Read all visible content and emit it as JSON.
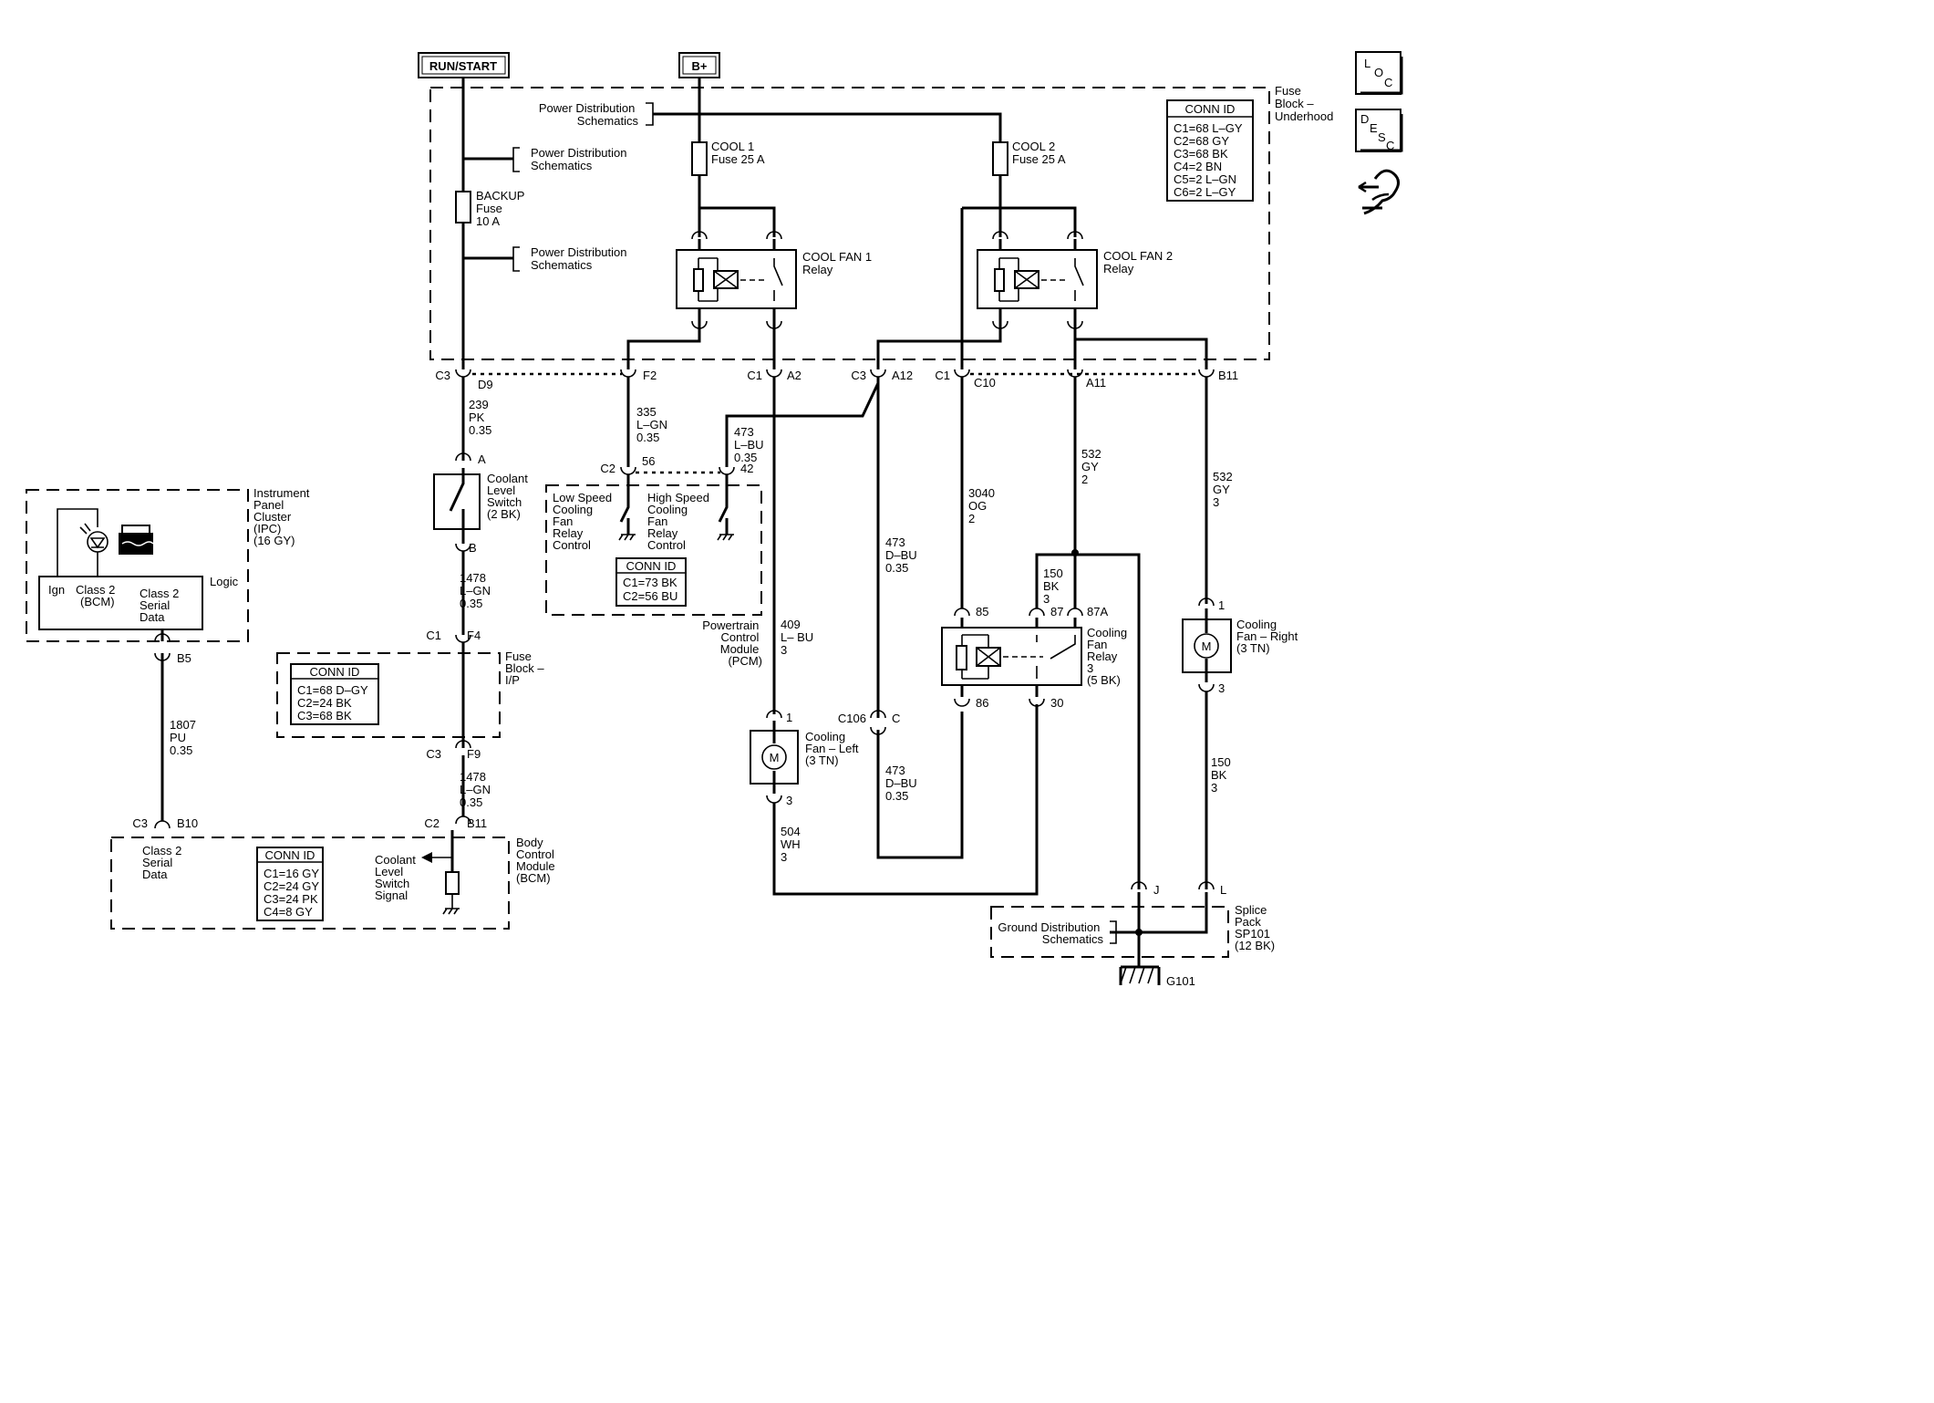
{
  "power_labels": {
    "run_start": "RUN/START",
    "batt": "B+"
  },
  "fuse_block_underhood": {
    "label": [
      "Fuse",
      "Block –",
      "Underhood"
    ]
  },
  "conn_id_underhood": {
    "title": "CONN ID",
    "rows": [
      "C1=68 L–GY",
      "C2=68 GY",
      "C3=68 BK",
      "C4=2 BN",
      "C5=2 L–GN",
      "C6=2 L–GY"
    ]
  },
  "power_distribution": {
    "lines": [
      "Power Distribution",
      "Schematics"
    ]
  },
  "ground_distribution": {
    "lines": [
      "Ground Distribution",
      "Schematics"
    ]
  },
  "fuses": {
    "backup": [
      "BACKUP",
      "Fuse",
      "10 A"
    ],
    "cool1": [
      "COOL 1",
      "Fuse 25 A"
    ],
    "cool2": [
      "COOL 2",
      "Fuse 25 A"
    ]
  },
  "relays": {
    "cool_fan_1": [
      "COOL FAN 1",
      "Relay"
    ],
    "cool_fan_2": [
      "COOL FAN 2",
      "Relay"
    ],
    "cooling_fan": [
      "Cooling",
      "Fan",
      "Relay",
      "3",
      "(5 BK)"
    ]
  },
  "connectors": {
    "c3": "C3",
    "d9": "D9",
    "f2": "F2",
    "c1a": "C1",
    "a2": "A2",
    "c3b": "C3",
    "a12": "A12",
    "c1b": "C1",
    "c10": "C10",
    "a11": "A11",
    "b11": "B11",
    "pin_a": "A",
    "pin_b": "B",
    "c1f4": "C1",
    "f4": "F4",
    "c3f9": "C3",
    "f9": "F9",
    "c2b11": "C2",
    "b11b": "B11",
    "c3b10": "C3",
    "b10": "B10",
    "b5": "B5",
    "c2_56": "C2",
    "p56": "56",
    "p42": "42",
    "p85": "85",
    "p87": "87",
    "p87a": "87A",
    "p86": "86",
    "p30": "30",
    "c106": "C106",
    "c": "C",
    "m1": "1",
    "m3": "3",
    "r1": "1",
    "r3": "3",
    "j": "J",
    "l": "L"
  },
  "wires": {
    "w239": [
      "239",
      "PK",
      "0.35"
    ],
    "w335": [
      "335",
      "L–GN",
      "0.35"
    ],
    "w473a": [
      "473",
      "L–BU",
      "0.35"
    ],
    "w1478a": [
      "1478",
      "L–GN",
      "0.35"
    ],
    "w1478b": [
      "1478",
      "L–GN",
      "0.35"
    ],
    "w1807": [
      "1807",
      "PU",
      "0.35"
    ],
    "w409": [
      "409",
      "L– BU",
      "3"
    ],
    "w473b": [
      "473",
      "D–BU",
      "0.35"
    ],
    "w473c": [
      "473",
      "D–BU",
      "0.35"
    ],
    "w3040": [
      "3040",
      "OG",
      "2"
    ],
    "w532a": [
      "532",
      "GY",
      "2"
    ],
    "w532b": [
      "532",
      "GY",
      "3"
    ],
    "w150a": [
      "150",
      "BK",
      "3"
    ],
    "w150b": [
      "150",
      "BK",
      "3"
    ],
    "w504": [
      "504",
      "WH",
      "3"
    ]
  },
  "coolant_switch": {
    "lines": [
      "Coolant",
      "Level",
      "Switch",
      "(2 BK)"
    ]
  },
  "fuse_block_ip": {
    "lines": [
      "Fuse",
      "Block –",
      "I/P"
    ]
  },
  "conn_id_ip": {
    "title": "CONN ID",
    "rows": [
      "C1=68 D–GY",
      "C2=24 BK",
      "C3=68 BK"
    ]
  },
  "ipc": {
    "label": [
      "Instrument",
      "Panel",
      "Cluster",
      "(IPC)",
      "(16 GY)"
    ],
    "logic": "Logic",
    "ign": "Ign",
    "class2_bcm": [
      "Class 2",
      "(BCM)"
    ],
    "class2_serial": [
      "Class 2",
      "Serial",
      "Data"
    ]
  },
  "bcm": {
    "label": [
      "Body",
      "Control",
      "Module",
      "(BCM)"
    ],
    "class2": [
      "Class 2",
      "Serial",
      "Data"
    ],
    "signal": [
      "Coolant",
      "Level",
      "Switch",
      "Signal"
    ]
  },
  "conn_id_bcm": {
    "title": "CONN ID",
    "rows": [
      "C1=16 GY",
      "C2=24 GY",
      "C3=24 PK",
      "C4=8 GY"
    ]
  },
  "pcm": {
    "low_speed": [
      "Low Speed",
      "Cooling",
      "Fan",
      "Relay",
      "Control"
    ],
    "high_speed": [
      "High Speed",
      "Cooling",
      "Fan",
      "Relay",
      "Control"
    ],
    "label": [
      "Powertrain",
      "Control",
      "Module",
      "(PCM)"
    ]
  },
  "conn_id_pcm": {
    "title": "CONN ID",
    "rows": [
      "C1=73 BK",
      "C2=56 BU"
    ]
  },
  "fans": {
    "left": [
      "Cooling",
      "Fan – Left",
      "(3 TN)"
    ],
    "right": [
      "Cooling",
      "Fan – Right",
      "(3 TN)"
    ],
    "motor": "M"
  },
  "splice": {
    "lines": [
      "Splice",
      "Pack",
      "SP101",
      "(12 BK)"
    ]
  },
  "ground": "G101",
  "icons": {
    "loc": "loc-icon",
    "desc": "desc-icon",
    "hand": "hand-pointer-icon"
  },
  "icon_text": {
    "loc": [
      "L",
      "O",
      "C"
    ],
    "desc": [
      "D",
      "E",
      "S",
      "C"
    ]
  }
}
